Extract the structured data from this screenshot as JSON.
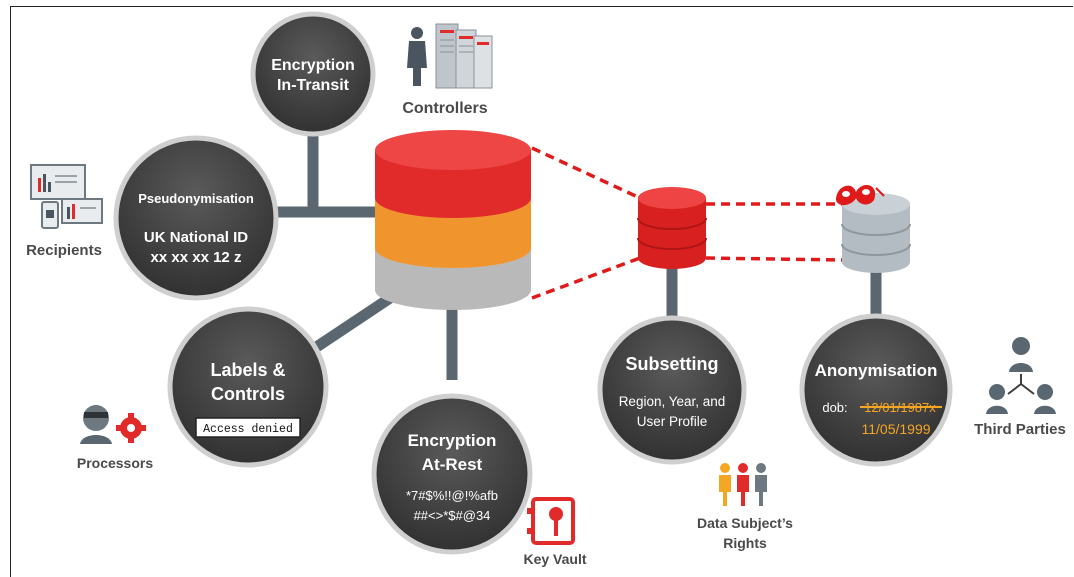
{
  "nodes": {
    "encryption_in_transit": {
      "line1": "Encryption",
      "line2": "In-Transit"
    },
    "pseudonymisation": {
      "title": "Pseudonymisation",
      "line1": "UK National ID",
      "line2": "xx xx xx 12 z"
    },
    "labels_controls": {
      "line1": "Labels &",
      "line2": "Controls",
      "box": "Access denied"
    },
    "encryption_at_rest": {
      "line1": "Encryption",
      "line2": "At-Rest",
      "code1": "*7#$%!!@!%afb",
      "code2": "##<>*$#@34"
    },
    "subsetting": {
      "title": "Subsetting",
      "line1": "Region, Year, and",
      "line2": "User Profile"
    },
    "anonymisation": {
      "title": "Anonymisation",
      "dob_label": "dob:",
      "struck": "12/01/1987x",
      "value": "11/05/1999"
    }
  },
  "actors": {
    "controllers": "Controllers",
    "recipients": "Recipients",
    "processors": "Processors",
    "key_vault": "Key Vault",
    "data_subjects_line1": "Data Subject’s",
    "data_subjects_line2": "Rights",
    "third_parties": "Third Parties"
  },
  "colors": {
    "circle": "#3f3f3f",
    "connector": "#5a6770",
    "db_red": "#e12b2b",
    "db_orange": "#f0952e",
    "db_grey": "#b9b9b9",
    "dashed": "#e01a1a",
    "date_orange": "#f5a623"
  }
}
